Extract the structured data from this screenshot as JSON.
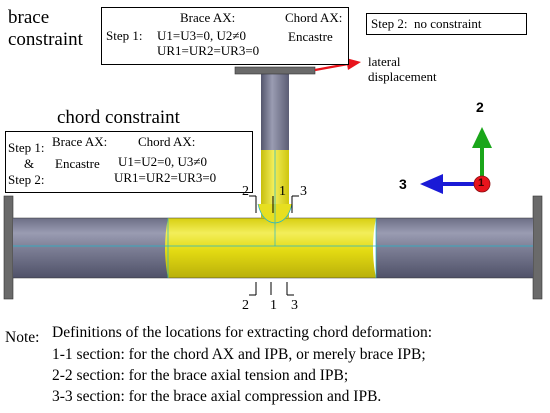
{
  "labels": {
    "brace_constraint_line1": "brace",
    "brace_constraint_line2": "constraint",
    "chord_constraint": "chord constraint"
  },
  "brace_box": {
    "step": "Step 1:",
    "brace_header": "Brace AX:",
    "brace_line1": "U1=U3=0, U2≠0",
    "brace_line2": "UR1=UR2=UR3=0",
    "chord_header": "Chord AX:",
    "chord_value": "Encastre"
  },
  "step2_box": {
    "text": "Step 2:  no constraint"
  },
  "lateral": {
    "line1": "lateral",
    "line2": "displacement"
  },
  "chord_box": {
    "step1": "Step 1:",
    "amp": "&",
    "step2": "Step 2:",
    "brace_header": "Brace AX:",
    "brace_value": "Encastre",
    "chord_header": "Chord AX:",
    "chord_line1": "U1=U2=0, U3≠0",
    "chord_line2": "UR1=UR2=UR3=0"
  },
  "sections": {
    "top": [
      "2",
      "1",
      "3"
    ],
    "bottom": [
      "2",
      "1",
      "3"
    ]
  },
  "axes": {
    "vertical": "2",
    "horizontal": "3",
    "out": "1"
  },
  "note": {
    "label": "Note:",
    "lines": [
      "Definitions of the locations for extracting chord deformation:",
      "1-1 section: for the chord AX and IPB, or merely brace IPB;",
      "2-2 section: for the brace axial tension and IPB;",
      "3-3 section: for the brace axial compression and IPB."
    ]
  },
  "colors": {
    "steel": "#6d6f86",
    "steel_light": "#a3a5bb",
    "yellow": "#e3da12",
    "yellow_light": "#f3ee5a",
    "plate": "#6a6a6a",
    "arrow_red": "#e8141c",
    "axis_green": "#1aa61a",
    "axis_blue": "#1a1ad6",
    "mesh_line": "#22b5c8"
  }
}
